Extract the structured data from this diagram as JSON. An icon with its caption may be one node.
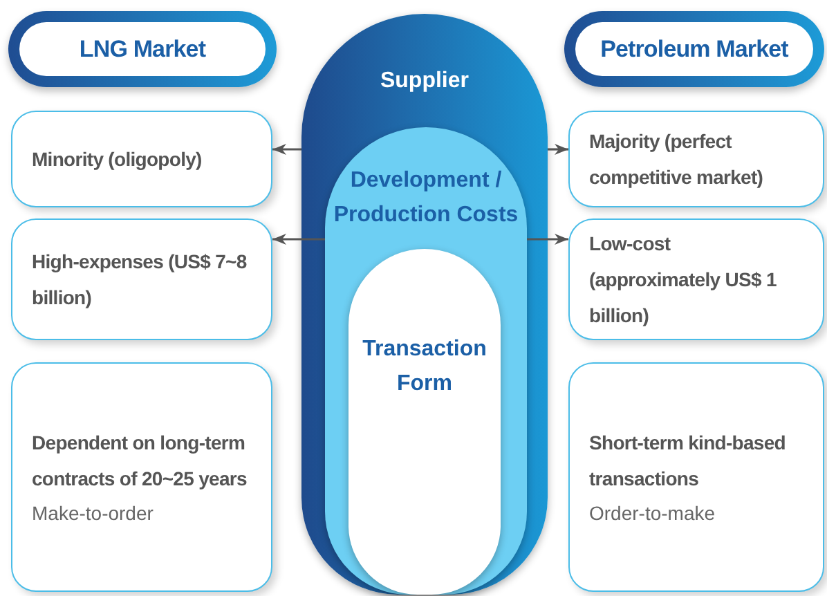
{
  "diagram": {
    "nodes": [
      {
        "text": [
          "LNG Market"
        ]
      },
      {
        "text": [
          "Petroleum Market"
        ]
      },
      {
        "text": [
          "Supplier"
        ]
      },
      {
        "text": [
          "Development / Production Costs"
        ],
        "in": 2
      },
      {
        "text": [
          "Transaction Form"
        ],
        "in": 3
      },
      {
        "text": [
          "Minority (oligopoly)"
        ]
      },
      {
        "text": [
          "Majority (perfect competitive market)"
        ]
      },
      {
        "text": [
          "High-expenses (US$ 7~8 billion)"
        ]
      },
      {
        "text": [
          "Low-cost (approximately US$ 1 billion)"
        ]
      },
      {
        "text": [
          "Dependent on long-term contracts of 20~25 years",
          "Make-to-order"
        ]
      },
      {
        "text": [
          "Short-term kind-based transactions",
          "Order-to-make"
        ]
      }
    ],
    "edges": [
      {
        "from": 2,
        "to": 5,
        "arrow": "to"
      },
      {
        "from": 2,
        "to": 6,
        "arrow": "to"
      },
      {
        "from": 3,
        "to": 7,
        "arrow": "to"
      },
      {
        "from": 3,
        "to": 8,
        "arrow": "to"
      }
    ]
  }
}
